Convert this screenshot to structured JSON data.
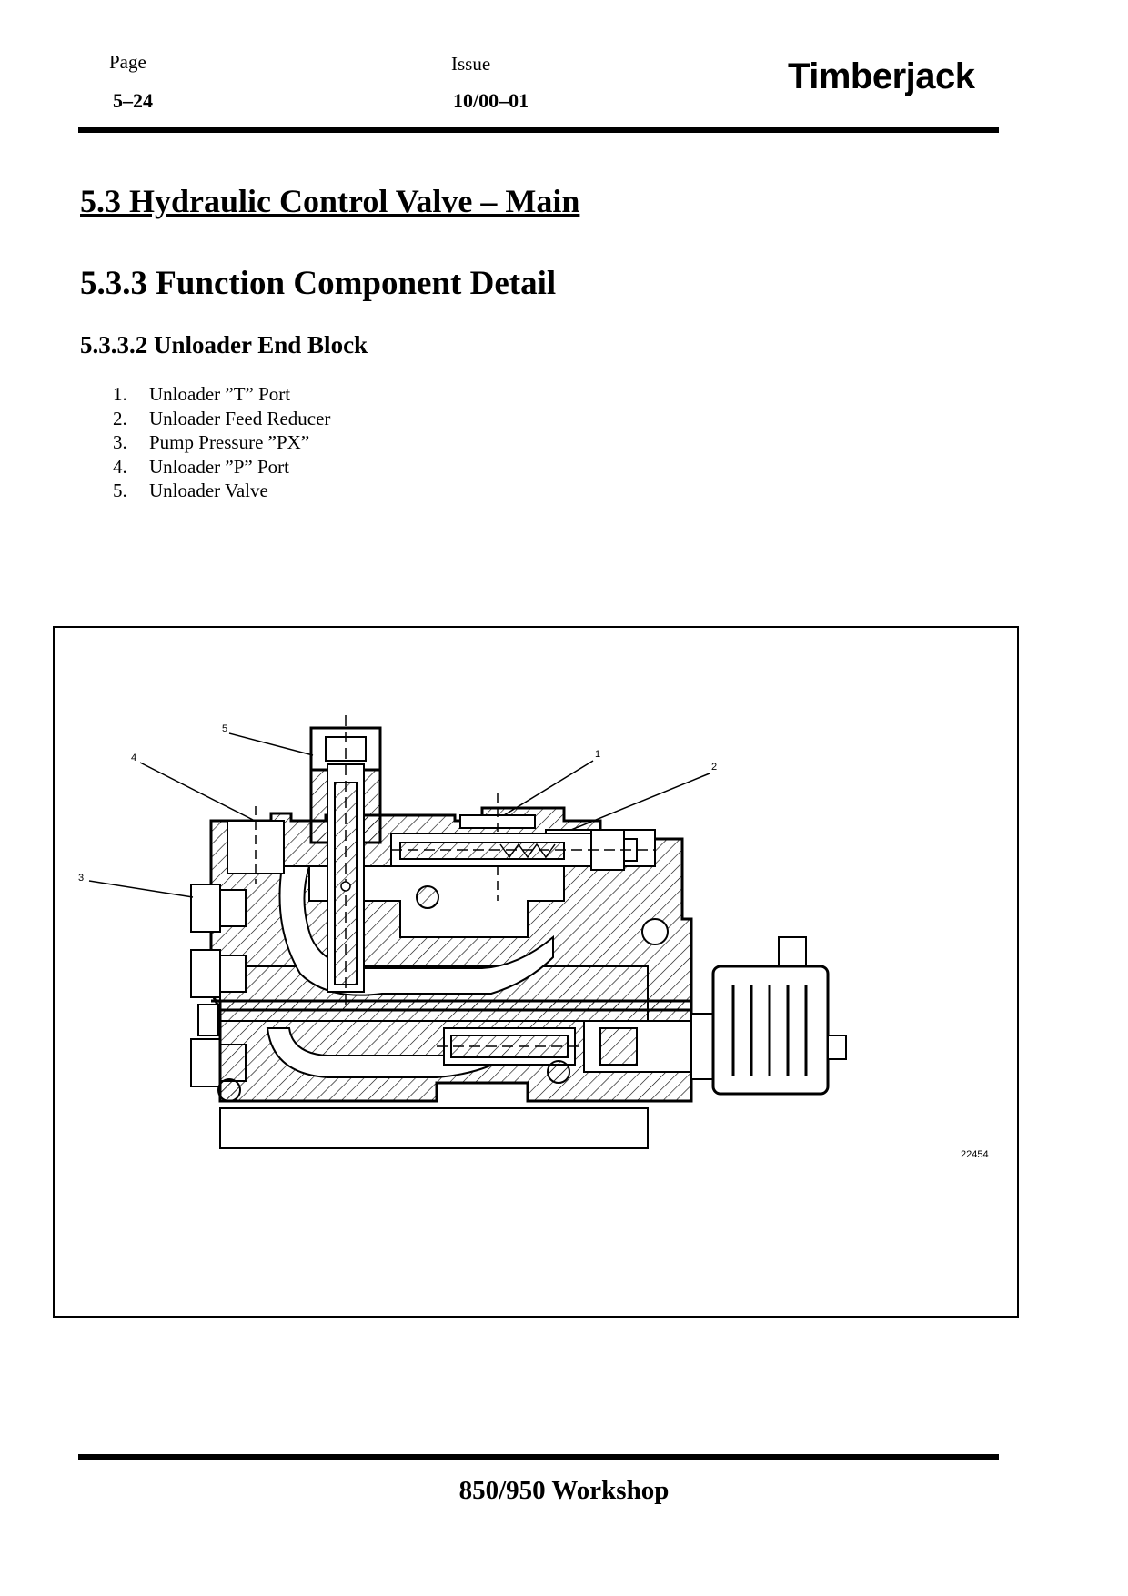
{
  "header": {
    "page_label": "Page",
    "page_value": "5–24",
    "issue_label": "Issue",
    "issue_value": "10/00–01",
    "brand": "Timberjack"
  },
  "section_title": "5.3  Hydraulic Control Valve – Main",
  "subsection_title": "5.3.3  Function Component Detail",
  "subsubsection_title": "5.3.3.2  Unloader End Block",
  "parts": [
    {
      "num": "1.",
      "label": "Unloader ”T” Port"
    },
    {
      "num": "2.",
      "label": "Unloader Feed Reducer"
    },
    {
      "num": "3.",
      "label": "Pump Pressure ”PX”"
    },
    {
      "num": "4.",
      "label": "Unloader ”P” Port"
    },
    {
      "num": "5.",
      "label": "Unloader Valve"
    }
  ],
  "figure": {
    "callouts": [
      "1",
      "2",
      "3",
      "4",
      "5"
    ],
    "drawing_number": "22454"
  },
  "footer": "850/950 Workshop"
}
